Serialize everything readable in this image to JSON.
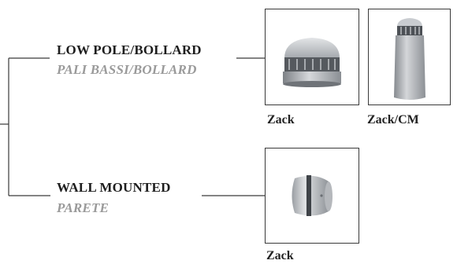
{
  "categories": [
    {
      "title": "LOW POLE/BOLLARD",
      "subtitle": "PALI BASSI/BOLLARD",
      "products": [
        {
          "name": "Zack",
          "icon": "mushroom-bollard-icon"
        },
        {
          "name": "Zack/CM",
          "icon": "tall-bollard-icon"
        }
      ]
    },
    {
      "title": "WALL MOUNTED",
      "subtitle": "PARETE",
      "products": [
        {
          "name": "Zack",
          "icon": "wall-light-icon"
        }
      ]
    }
  ]
}
